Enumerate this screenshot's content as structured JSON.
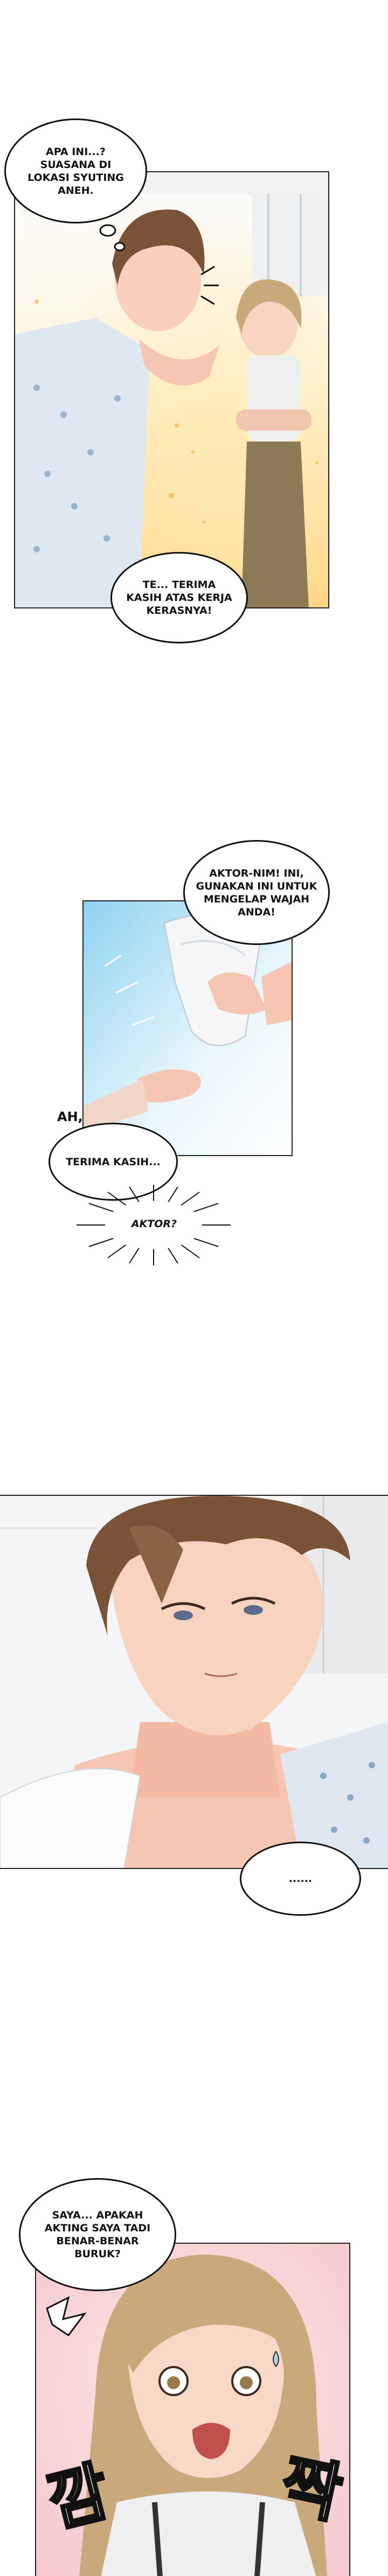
{
  "bubbles": {
    "b1": "APA INI...?\nSUASANA DI\nLOKASI SYUTING\nANEH.",
    "b2": "TE... TERIMA\nKASIH ATAS KERJA\nKERASNYA!",
    "b3": "AKTOR-NIM! INI,\nGUNAKAN INI UNTUK\nMENGELAP WAJAH\nANDA!",
    "b4a": "AH,",
    "b4b": "TERIMA KASIH...",
    "b5": "AKTOR?",
    "b6": "......",
    "b7": "SAYA... APAKAH\nAKTING SAYA TADI\nBENAR-BENAR\nBURUK?"
  },
  "sfx": {
    "left": "깜",
    "right": "짝"
  },
  "colors": {
    "ink": "#111111",
    "glow_yellow": "#ffd27a",
    "sky_blue": "#8fd3f0",
    "skin": "#f6c6b2",
    "hair_brown": "#7a5238",
    "hair_blonde": "#c9a97c"
  }
}
